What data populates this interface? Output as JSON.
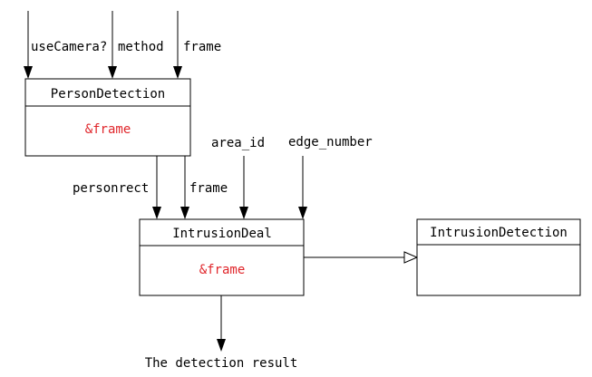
{
  "diagram": {
    "inputs_top": {
      "use_camera": "useCamera?",
      "method": "method",
      "frame": "frame"
    },
    "person_detection": {
      "title": "PersonDetection",
      "member": "&frame"
    },
    "middle_labels": {
      "personrect": "personrect",
      "frame": "frame",
      "area_id": "area_id",
      "edge_number": "edge_number"
    },
    "intrusion_deal": {
      "title": "IntrusionDeal",
      "member": "&frame"
    },
    "intrusion_detection": {
      "title": "IntrusionDetection",
      "member": ""
    },
    "result_label": "The detection result",
    "colors": {
      "line": "#000000",
      "member_text": "#e0262b",
      "box_fill": "#ffffff"
    }
  }
}
